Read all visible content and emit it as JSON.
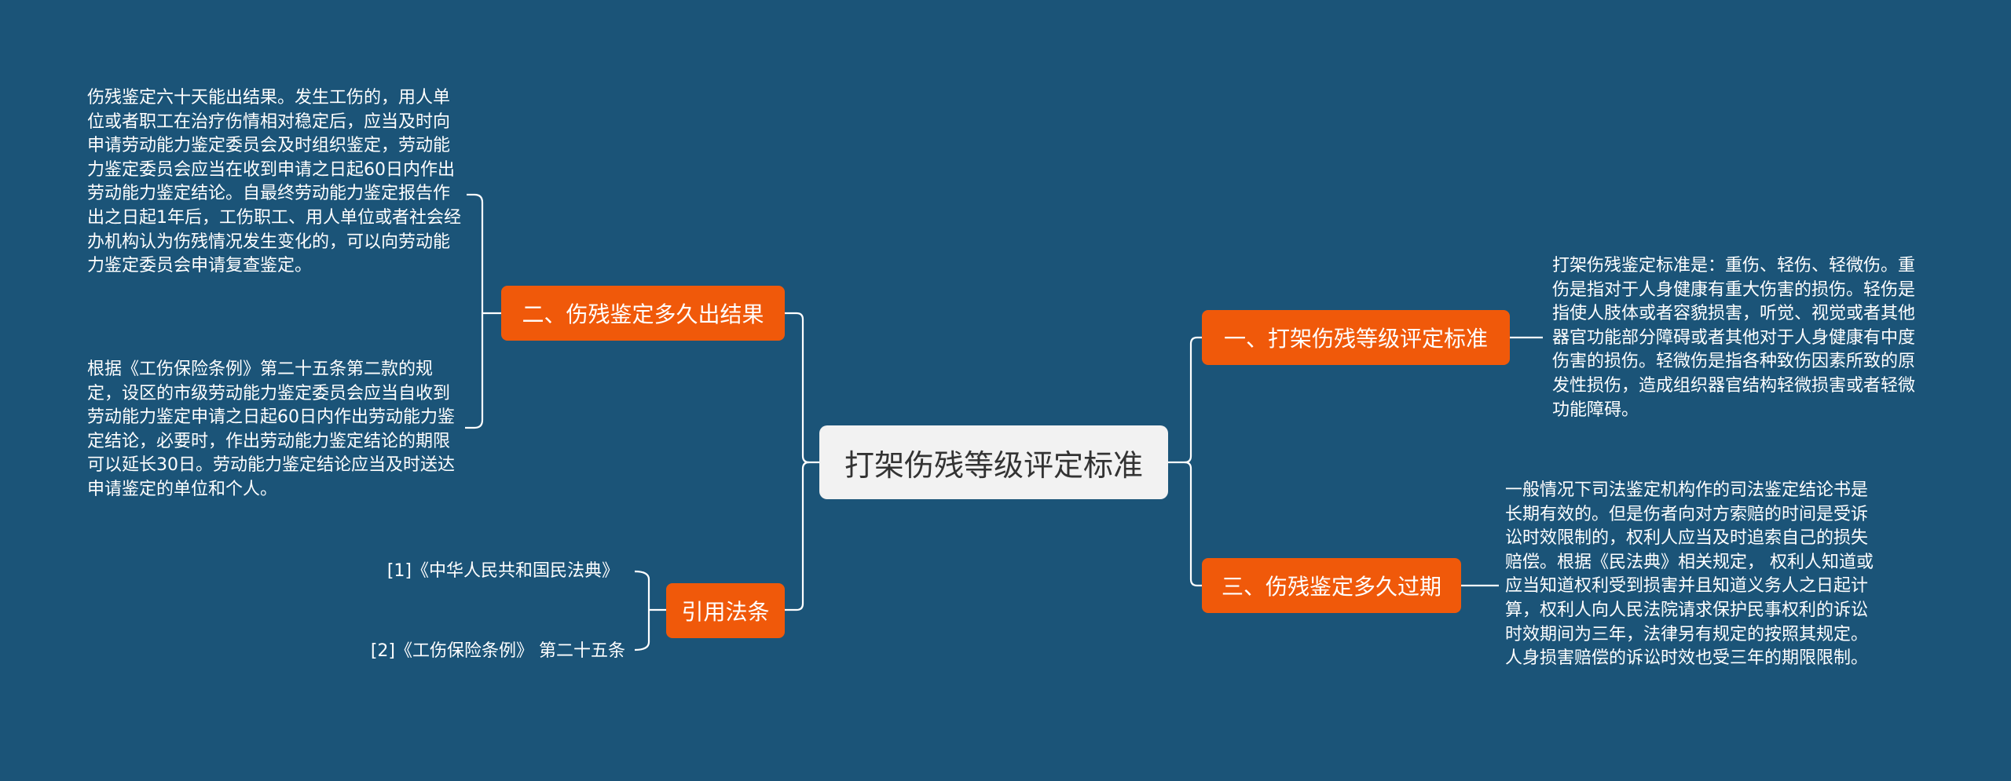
{
  "root": {
    "title": "打架伤残等级评定标准"
  },
  "branches": {
    "b1": {
      "label": "一、打架伤残等级评定标准"
    },
    "b2": {
      "label": "二、伤残鉴定多久出结果"
    },
    "b3": {
      "label": "三、伤残鉴定多久过期"
    },
    "b4": {
      "label": "引用法条"
    }
  },
  "leaves": {
    "l1": "打架伤残鉴定标准是：重伤、轻伤、轻微伤。重伤是指对于人身健康有重大伤害的损伤。轻伤是指使人肢体或者容貌损害，听觉、视觉或者其他器官功能部分障碍或者其他对于人身健康有中度伤害的损伤。轻微伤是指各种致伤因素所致的原发性损伤，造成组织器官结构轻微损害或者轻微功能障碍。",
    "l2a": "伤残鉴定六十天能出结果。发生工伤的，用人单位或者职工在治疗伤情相对稳定后，应当及时向申请劳动能力鉴定委员会及时组织鉴定，劳动能力鉴定委员会应当在收到申请之日起60日内作出劳动能力鉴定结论。自最终劳动能力鉴定报告作出之日起1年后，工伤职工、用人单位或者社会经办机构认为伤残情况发生变化的，可以向劳动能力鉴定委员会申请复查鉴定。",
    "l2b": "根据《工伤保险条例》第二十五条第二款的规定，设区的市级劳动能力鉴定委员会应当自收到劳动能力鉴定申请之日起60日内作出劳动能力鉴定结论，必要时，作出劳动能力鉴定结论的期限可以延长30日。劳动能力鉴定结论应当及时送达申请鉴定的单位和个人。",
    "l3": "一般情况下司法鉴定机构作的司法鉴定结论书是长期有效的。但是伤者向对方索赔的时间是受诉讼时效限制的，权利人应当及时追索自己的损失赔偿。根据《民法典》相关规定， 权利人知道或应当知道权利受到损害并且知道义务人之日起计算，权利人向人民法院请求保护民事权利的诉讼时效期间为三年，法律另有规定的按照其规定。人身损害赔偿的诉讼时效也受三年的期限限制。",
    "r1": "[1]《中华人民共和国民法典》",
    "r2": "[2]《工伤保险条例》 第二十五条"
  },
  "colors": {
    "background": "#1b5478",
    "root_fill": "#f2f2f2",
    "branch_fill": "#f0590a",
    "line": "#ffffff"
  }
}
